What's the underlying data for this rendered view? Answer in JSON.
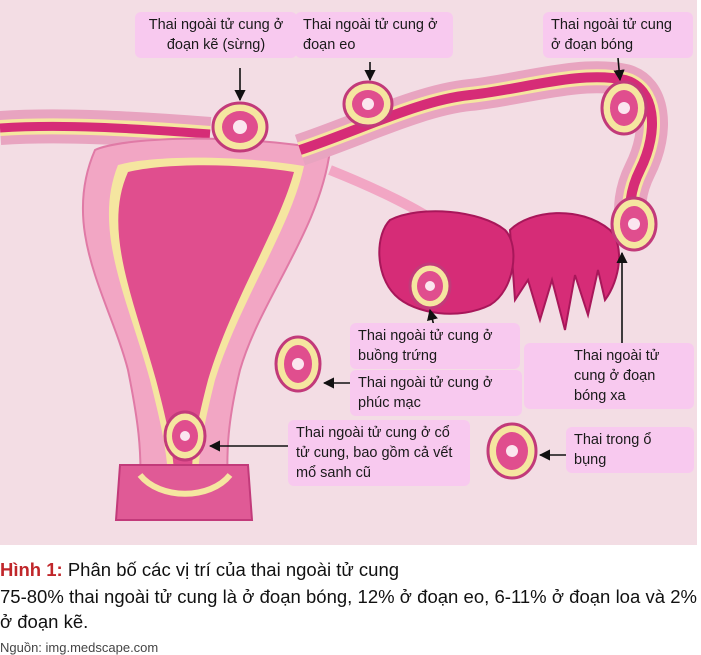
{
  "labels": {
    "interstitial": "Thai ngoài tử cung ở đoạn kẽ (sừng)",
    "isthmic": "Thai ngoài tử cung ở đoạn eo",
    "ampullary": "Thai ngoài tử cung ở đoạn bóng",
    "ovarian": "Thai ngoài tử cung ở buồng trứng",
    "distal_ampullary": "Thai ngoài tử cung ở đoạn bóng xa",
    "peritoneal": "Thai ngoài tử cung ở phúc mạc",
    "cervical": "Thai ngoài tử cung ở cổ tử cung, bao gồm cả vết mổ sanh cũ",
    "abdominal": "Thai trong ổ bụng"
  },
  "caption": {
    "lead": "Hình 1:",
    "title": "Phân bố các vị trí của thai ngoài tử cung",
    "body": "75-80% thai ngoài tử cung là ở đoạn bóng, 12% ở đoạn eo, 6-11% ở đoạn loa và 2% ở đoạn kẽ."
  },
  "source": "Nguồn: img.medscape.com",
  "colors": {
    "background": "#f3dde4",
    "uterus_wall": "#f2a6c4",
    "uterus_cavity": "#e04e8e",
    "tube": "#d62c77",
    "lining": "#f5e6a0",
    "label_fill": "#f8c9ef",
    "caption_accent": "#c0262a"
  }
}
